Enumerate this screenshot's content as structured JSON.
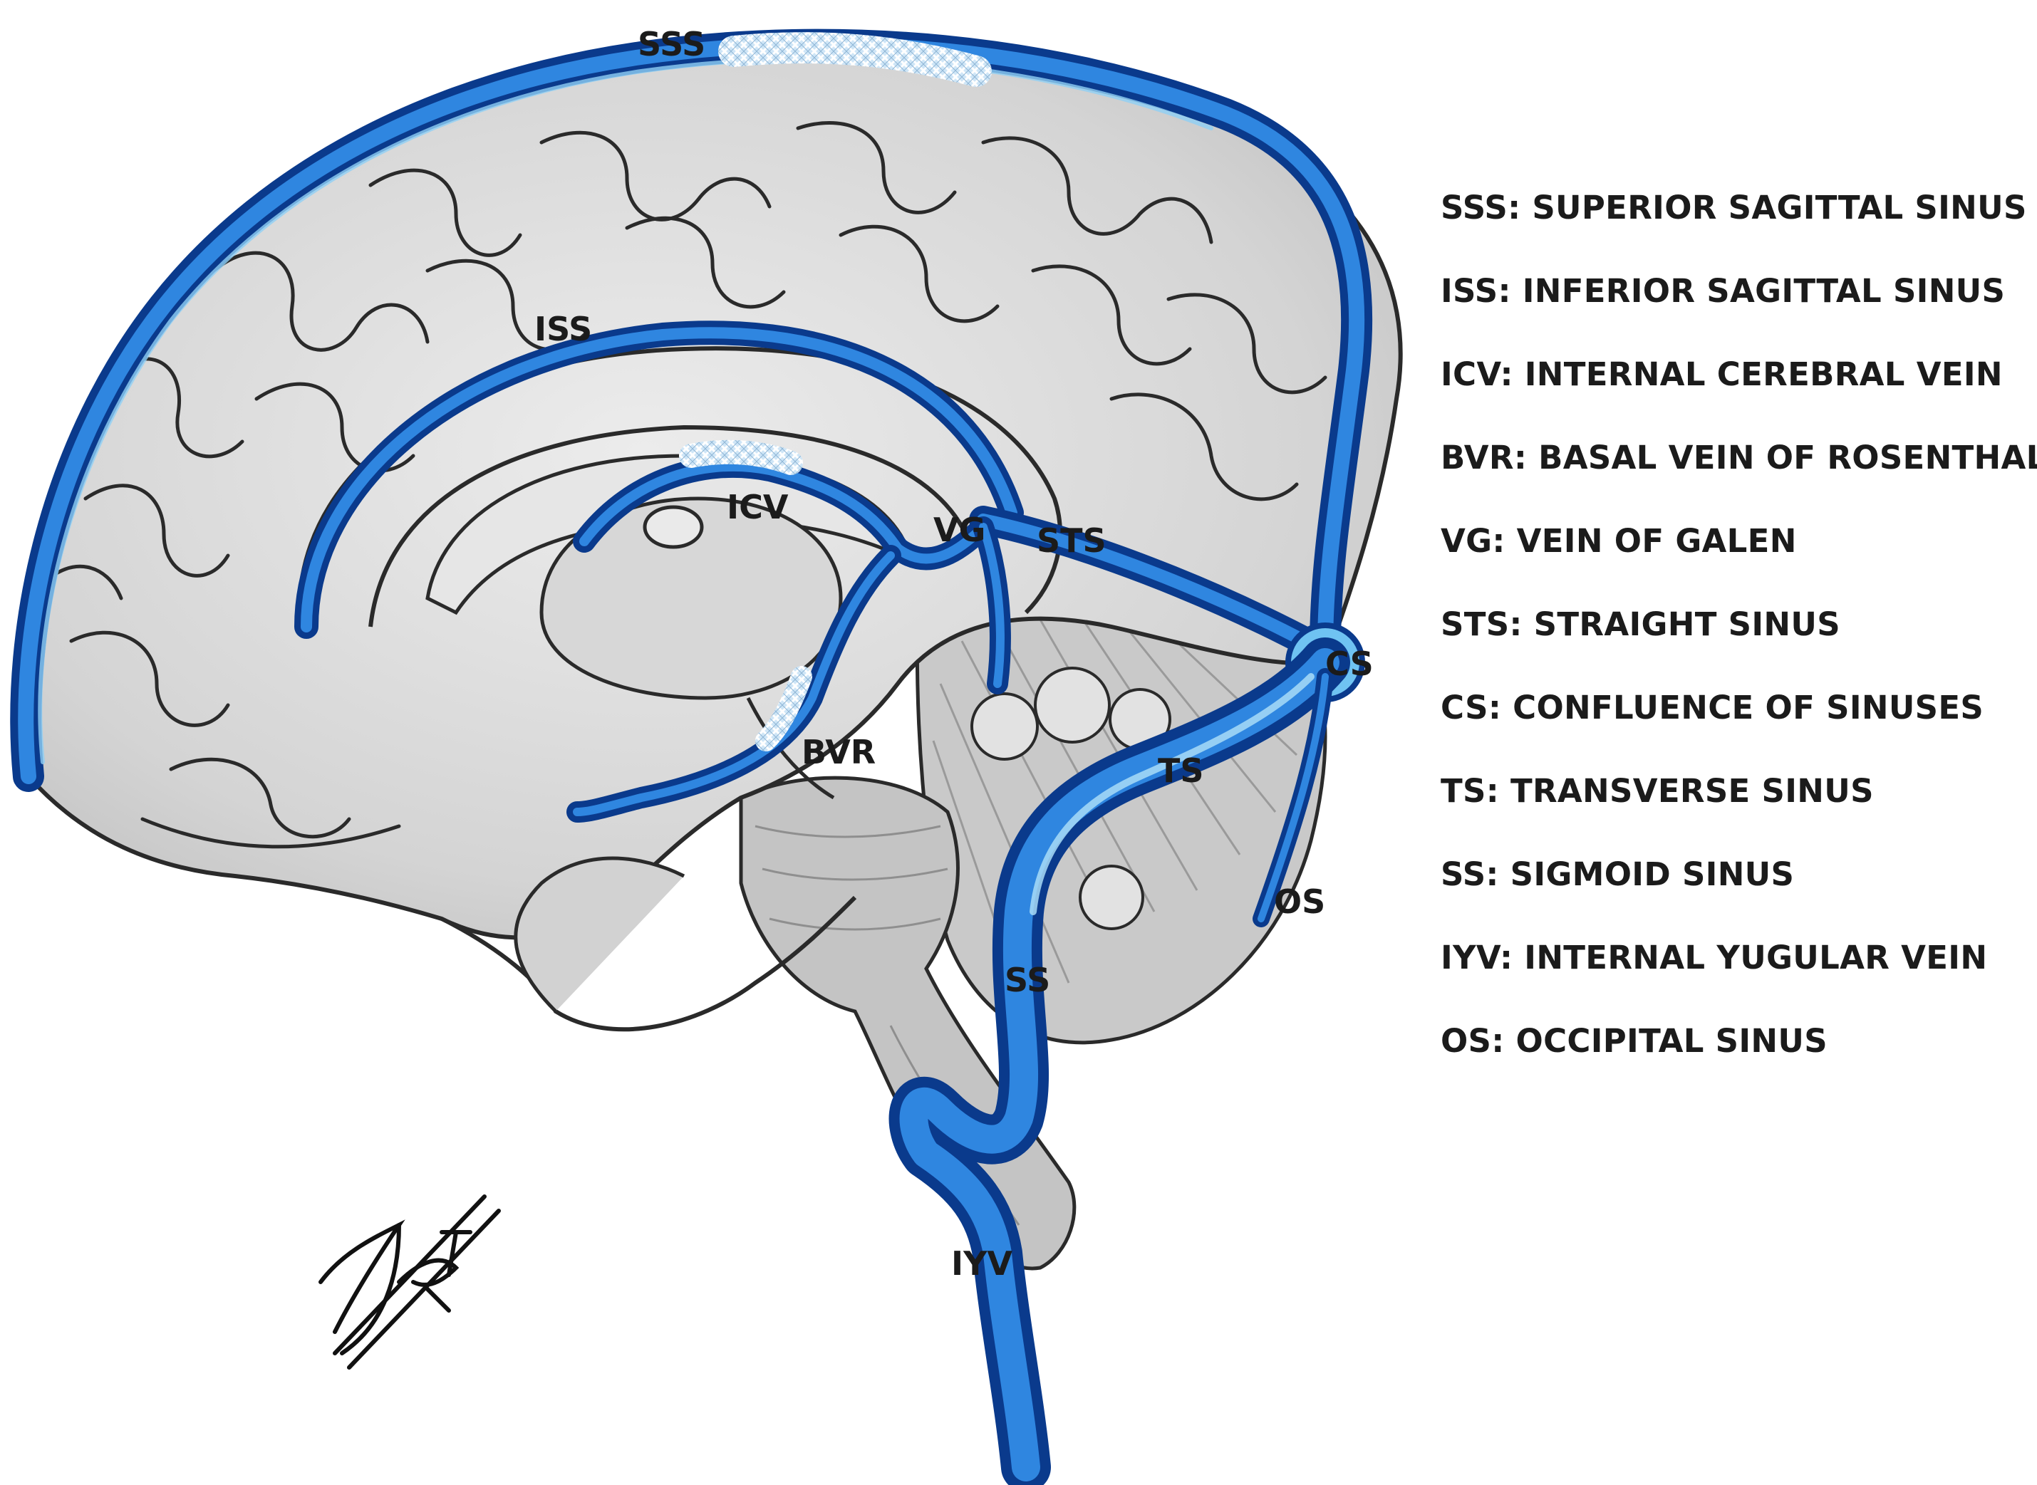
{
  "labels": {
    "sss": "SSS",
    "iss": "ISS",
    "icv": "ICV",
    "vg": "VG",
    "sts": "STS",
    "cs": "CS",
    "ts": "TS",
    "bvr": "BVR",
    "ss": "SS",
    "os": "OS",
    "iyv": "IYV"
  },
  "legend": [
    "SSS: SUPERIOR SAGITTAL SINUS",
    "ISS: INFERIOR SAGITTAL SINUS",
    "ICV: INTERNAL CEREBRAL VEIN",
    "BVR: BASAL VEIN OF ROSENTHAL",
    "VG: VEIN OF GALEN",
    "STS: STRAIGHT SINUS",
    "CS: CONFLUENCE OF SINUSES",
    "TS: TRANSVERSE SINUS",
    "SS: SIGMOID SINUS",
    "IYV: INTERNAL YUGULAR VEIN",
    "OS: OCCIPITAL SINUS"
  ],
  "colors": {
    "vein_dark": "#0a3a8c",
    "vein_mid": "#1f73d6",
    "vein_light": "#6fc3f2",
    "brain_fill": "#d9d9d9",
    "brain_line": "#2a2a2a"
  },
  "signature": "artist signature (handwritten)"
}
